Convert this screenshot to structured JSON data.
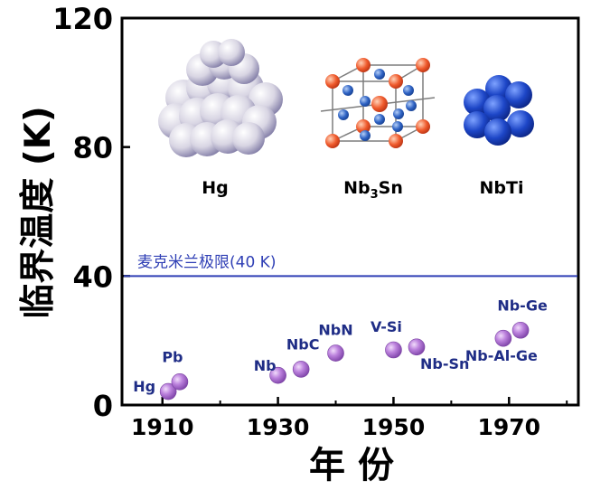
{
  "chart_data": {
    "type": "scatter",
    "ylabel": "临界温度 (K)",
    "xlabel": "年 份",
    "xticks": [
      1910,
      1930,
      1950,
      1970
    ],
    "yticks": [
      0,
      40,
      80,
      120
    ],
    "xlim": [
      1903,
      1982
    ],
    "ylim": [
      0,
      120
    ],
    "grid": false,
    "points": [
      {
        "label": "Hg",
        "x": 1911,
        "y": 4.2
      },
      {
        "label": "Pb",
        "x": 1913,
        "y": 7.2
      },
      {
        "label": "Nb",
        "x": 1930,
        "y": 9.2
      },
      {
        "label": "NbC",
        "x": 1934,
        "y": 11.1
      },
      {
        "label": "NbN",
        "x": 1940,
        "y": 16.1
      },
      {
        "label": "V-Si",
        "x": 1950,
        "y": 17.1
      },
      {
        "label": "Nb-Sn",
        "x": 1954,
        "y": 18.0
      },
      {
        "label": "Nb-Al-Ge",
        "x": 1969,
        "y": 20.7
      },
      {
        "label": "Nb-Ge",
        "x": 1972,
        "y": 23.2
      }
    ],
    "reference_line": {
      "label": "麦克米兰极限(40 K)",
      "y": 40
    },
    "structures": [
      {
        "label": "Hg"
      },
      {
        "label": "Nb3Sn"
      },
      {
        "label": "NbTi"
      }
    ],
    "colors": {
      "axis": "#000000",
      "point": "#b97fd6",
      "point_edge": "#7a43a3",
      "label": "#1f2d86",
      "reference_line": "#2f3fb5",
      "reference_text": "#2f3fb5"
    }
  }
}
